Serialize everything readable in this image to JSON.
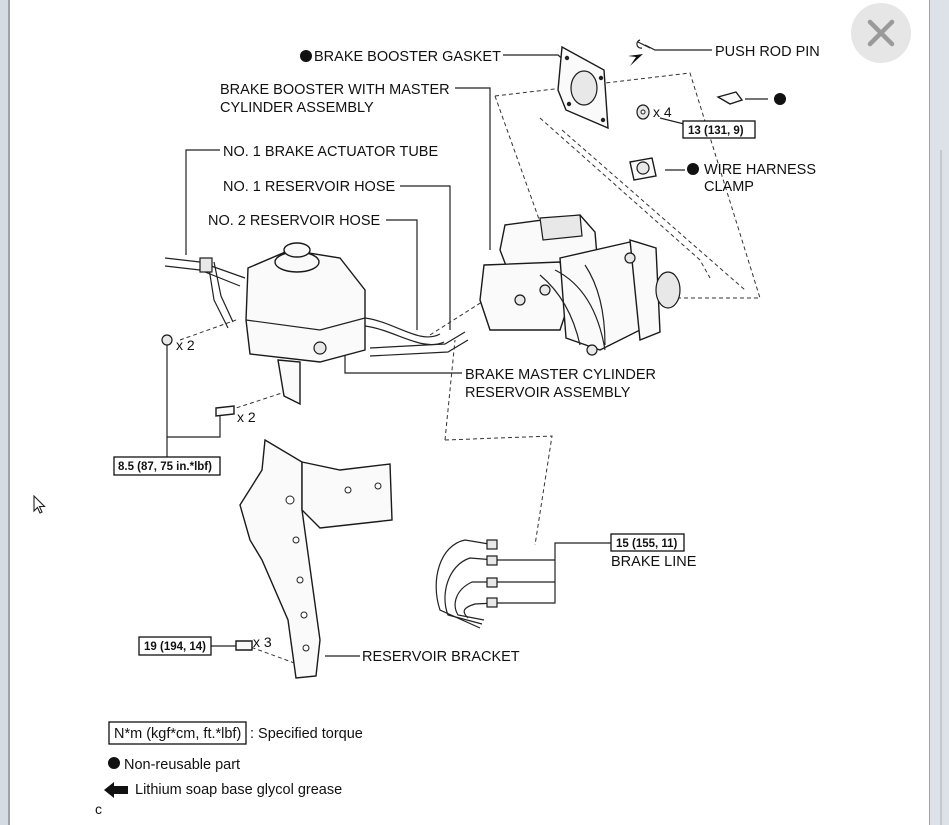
{
  "diagram": {
    "labels": {
      "brake_booster_gasket": "BRAKE BOOSTER GASKET",
      "push_rod_pin": "PUSH ROD PIN",
      "booster_assembly_line1": "BRAKE BOOSTER WITH MASTER",
      "booster_assembly_line2": "CYLINDER ASSEMBLY",
      "actuator_tube": "NO. 1 BRAKE ACTUATOR TUBE",
      "reservoir_hose_1": "NO. 1 RESERVOIR HOSE",
      "reservoir_hose_2": "NO. 2 RESERVOIR HOSE",
      "wire_clamp_line1": "WIRE HARNESS",
      "wire_clamp_line2": "CLAMP",
      "reservoir_assembly_line1": "BRAKE MASTER CYLINDER",
      "reservoir_assembly_line2": "RESERVOIR ASSEMBLY",
      "brake_line": "BRAKE LINE",
      "reservoir_bracket": "RESERVOIR BRACKET"
    },
    "quantities": {
      "booster_nuts": "x 4",
      "reservoir_nuts": "x 2",
      "reservoir_bolts": "x 2",
      "bracket_bolts": "x 3"
    },
    "torques": {
      "booster_nuts": "13 (131, 9)",
      "reservoir": "8.5 (87, 75 in.*lbf)",
      "brake_line": "15 (155, 11)",
      "bracket": "19 (194, 14)"
    }
  },
  "legend": {
    "torque_box": "N*m (kgf*cm, ft.*lbf)",
    "torque_desc": ": Specified torque",
    "non_reusable": "Non-reusable part",
    "grease": "Lithium soap base glycol grease",
    "footer_mark": "c"
  },
  "controls": {
    "close_icon": "close-icon"
  },
  "colors": {
    "ink": "#111111",
    "close_bg": "#e6e6e6",
    "close_x": "#9a9a9a"
  }
}
